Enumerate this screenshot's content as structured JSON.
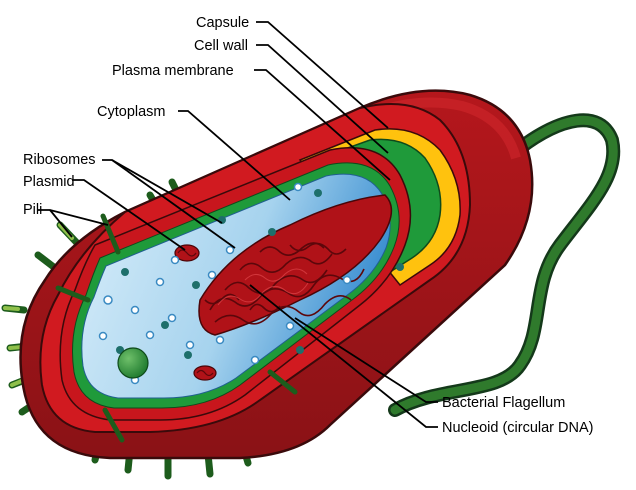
{
  "labels": {
    "capsule": "Capsule",
    "cell_wall": "Cell wall",
    "plasma_membrane": "Plasma membrane",
    "cytoplasm": "Cytoplasm",
    "ribosomes": "Ribosomes",
    "plasmid": "Plasmid",
    "pili": "Pili",
    "flagellum": "Bacterial Flagellum",
    "nucleoid": "Nucleoid (circular DNA)"
  },
  "colors": {
    "capsule": "#c8161d",
    "capsule_dark": "#8e1418",
    "cell_wall": "#ffc20e",
    "plasma_membrane": "#1f9a3a",
    "cytoplasm": "#a9d6ef",
    "cytoplasm_deep": "#3b8fd0",
    "nucleoid": "#b01218",
    "flagellum": "#2d6e2a",
    "pili": "#3d8a2a"
  }
}
